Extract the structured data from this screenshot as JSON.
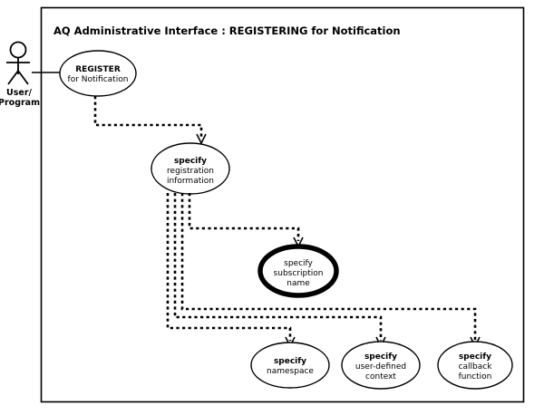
{
  "diagram": {
    "title": "AQ Administrative Interface : REGISTERING for Notification",
    "actor": {
      "name": "user-program-actor",
      "label_line1": "User/",
      "label_line2": "Program"
    },
    "use_cases": [
      {
        "id": "register-for-notification",
        "line1": "REGISTER",
        "line2": "for Notification",
        "line3": "",
        "emphasis": "normal"
      },
      {
        "id": "specify-registration-information",
        "line1": "specify",
        "line2": "registration",
        "line3": "information",
        "emphasis": "normal"
      },
      {
        "id": "specify-subscription-name",
        "line1": "specify",
        "line2": "subscription",
        "line3": "name",
        "emphasis": "bold"
      },
      {
        "id": "specify-namespace",
        "line1": "specify",
        "line2": "namespace",
        "line3": "",
        "emphasis": "normal"
      },
      {
        "id": "specify-user-defined-context",
        "line1": "specify",
        "line2": "user-defined",
        "line3": "context",
        "emphasis": "normal"
      },
      {
        "id": "specify-callback-function",
        "line1": "specify",
        "line2": "callback",
        "line3": "function",
        "emphasis": "normal"
      }
    ],
    "colors": {
      "stroke": "#000000",
      "background": "#ffffff"
    }
  }
}
